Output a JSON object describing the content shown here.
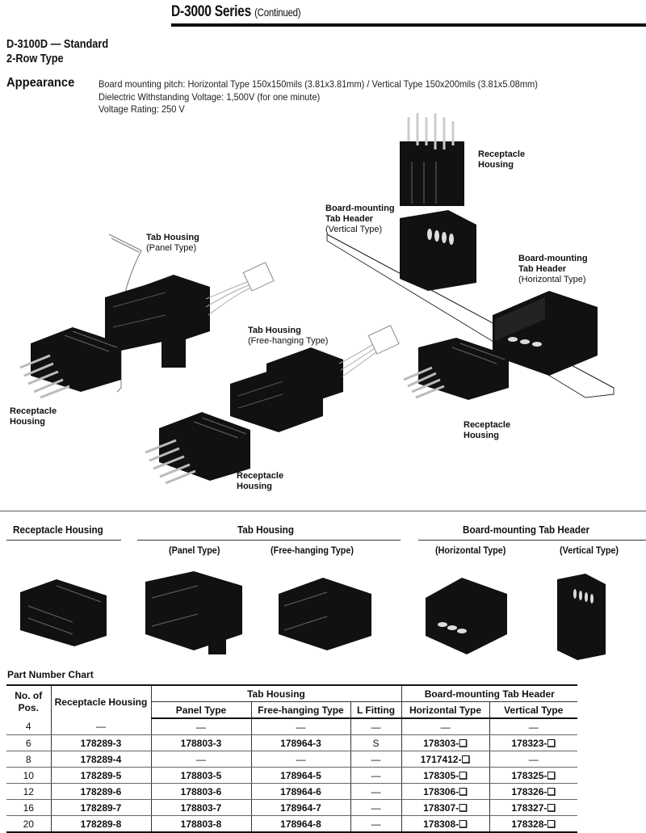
{
  "header": {
    "series_title": "D-3000 Series",
    "series_suffix": "(Continued)",
    "product_line1": "D-3100D — Standard",
    "product_line2": "2-Row Type"
  },
  "appearance": {
    "label": "Appearance",
    "specs": [
      "Board mounting pitch: Horizontal Type 150x150mils (3.81x3.81mm) / Vertical Type 150x200mils (3.81x5.08mm)",
      "Dielectric Withstanding Voltage: 1,500V (for one minute)",
      "Voltage Rating: 250 V"
    ]
  },
  "callouts": {
    "receptacle_top": {
      "title1": "Receptacle",
      "title2": "Housing"
    },
    "board_vertical": {
      "title1": "Board-mounting",
      "title2": "Tab Header",
      "sub": "(Vertical Type)"
    },
    "board_horizontal": {
      "title1": "Board-mounting",
      "title2": "Tab Header",
      "sub": "(Horizontal Type)"
    },
    "tab_panel": {
      "title1": "Tab Housing",
      "sub": "(Panel Type)"
    },
    "tab_free": {
      "title1": "Tab Housing",
      "sub": "(Free-hanging Type)"
    },
    "receptacle_left": {
      "title1": "Receptacle",
      "title2": "Housing"
    },
    "receptacle_mid": {
      "title1": "Receptacle",
      "title2": "Housing"
    },
    "receptacle_right": {
      "title1": "Receptacle",
      "title2": "Housing"
    }
  },
  "product_row": {
    "receptacle": "Receptacle Housing",
    "tab_housing": "Tab Housing",
    "board_header": "Board-mounting Tab Header",
    "panel": "(Panel Type)",
    "free": "(Free-hanging Type)",
    "horizontal": "(Horizontal Type)",
    "vertical": "(Vertical Type)"
  },
  "part_chart": {
    "title": "Part Number Chart",
    "headers": {
      "pos": "No. of Pos.",
      "receptacle": "Receptacle Housing",
      "tab_housing": "Tab Housing",
      "board_header": "Board-mounting Tab Header",
      "panel": "Panel Type",
      "free": "Free-hanging Type",
      "lfit": "L Fitting",
      "horizontal": "Horizontal Type",
      "vertical": "Vertical Type"
    },
    "rows": [
      [
        "4",
        "—",
        "—",
        "—",
        "—",
        "—",
        "—"
      ],
      [
        "6",
        "178289-3",
        "178803-3",
        "178964-3",
        "S",
        "178303-❏",
        "178323-❏"
      ],
      [
        "8",
        "178289-4",
        "—",
        "—",
        "—",
        "1717412-❏",
        "—"
      ],
      [
        "10",
        "178289-5",
        "178803-5",
        "178964-5",
        "—",
        "178305-❏",
        "178325-❏"
      ],
      [
        "12",
        "178289-6",
        "178803-6",
        "178964-6",
        "—",
        "178306-❏",
        "178326-❏"
      ],
      [
        "16",
        "178289-7",
        "178803-7",
        "178964-7",
        "—",
        "178307-❏",
        "178327-❏"
      ],
      [
        "20",
        "178289-8",
        "178803-8",
        "178964-8",
        "—",
        "178308-❏",
        "178328-❏"
      ]
    ]
  }
}
